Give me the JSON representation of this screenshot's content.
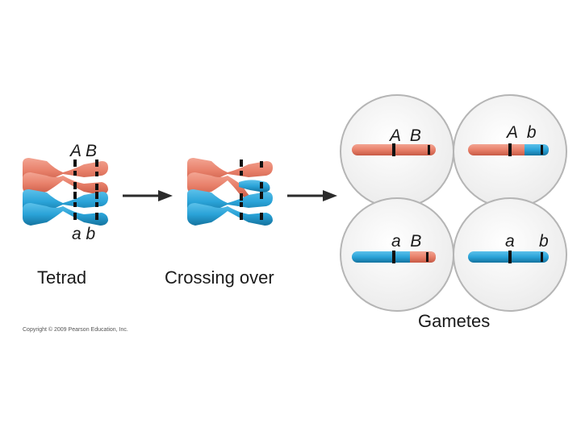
{
  "labels": {
    "tetrad_top": "A B",
    "tetrad_bottom": "a b",
    "tetrad_caption": "Tetrad",
    "crossing_caption": "Crossing over",
    "gamete_1": "A  B",
    "gamete_2": "A  b",
    "gamete_3": "a  B",
    "gamete_4_a": "a",
    "gamete_4_b": "b",
    "gametes_caption": "Gametes"
  },
  "copyright": "Copyright © 2009 Pearson Education, Inc.",
  "colors": {
    "maternal": "#e8806a",
    "maternal_dark": "#c85a45",
    "paternal": "#2aa3d8",
    "paternal_dark": "#14739f",
    "arrow": "#2b2b2b",
    "circle_fill": "#f5f5f5",
    "circle_stroke": "#b5b5b5"
  },
  "icons": {
    "arrow_1": "right-arrow-icon",
    "arrow_2": "right-arrow-icon"
  }
}
